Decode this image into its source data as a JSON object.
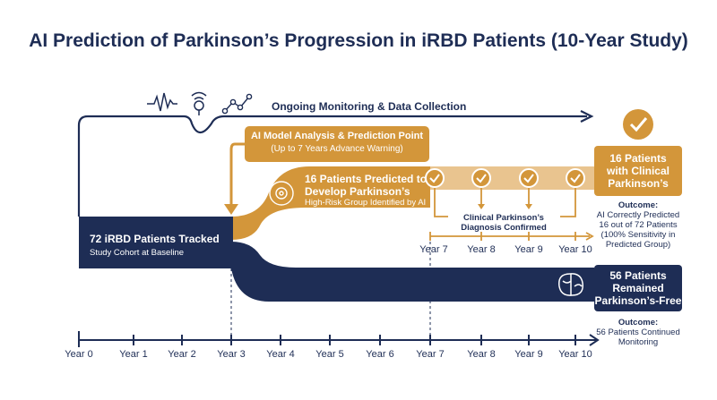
{
  "title": "AI Prediction of Parkinson’s Progression in iRBD Patients (10-Year Study)",
  "monitoring_label": "Ongoing Monitoring & Data Collection",
  "callout": {
    "line1": "AI Model Analysis & Prediction Point",
    "line2": "(Up to 7 Years Advance Warning)"
  },
  "cohort": {
    "title": "72 iRBD Patients Tracked",
    "subtitle": "Study Cohort at Baseline"
  },
  "predicted": {
    "line1": "16 Patients Predicted to",
    "line2": "Develop Parkinson’s",
    "subtitle": "High-Risk Group Identified by AI"
  },
  "diagnosis_label": [
    "Clinical Parkinson’s",
    "Diagnosis Confirmed"
  ],
  "upper_years": [
    "Year 7",
    "Year 8",
    "Year 9",
    "Year 10"
  ],
  "timeline": [
    "Year 0",
    "Year 1",
    "Year 2",
    "Year 3",
    "Year 4",
    "Year 5",
    "Year 6",
    "Year 7",
    "Year 8",
    "Year 9",
    "Year 10"
  ],
  "clinical_box": [
    "16 Patients",
    "with Clinical",
    "Parkinson’s"
  ],
  "clinical_outcome": {
    "heading": "Outcome:",
    "lines": [
      "AI Correctly Predicted",
      "16 out of 72 Patients",
      "(100% Sensitivity in",
      "Predicted Group)"
    ]
  },
  "free_box": [
    "56 Patients",
    "Remained",
    "Parkinson’s-Free"
  ],
  "free_outcome": {
    "heading": "Outcome:",
    "lines": [
      "56 Patients Continued",
      "Monitoring"
    ]
  },
  "colors": {
    "navy": "#1e2d55",
    "gold": "#d3963a",
    "light_gold": "#e9c48f"
  },
  "icons": [
    "waveform-icon",
    "sensor-icon",
    "network-icon",
    "brain-gear-icon",
    "check-icon",
    "brain-icon"
  ]
}
